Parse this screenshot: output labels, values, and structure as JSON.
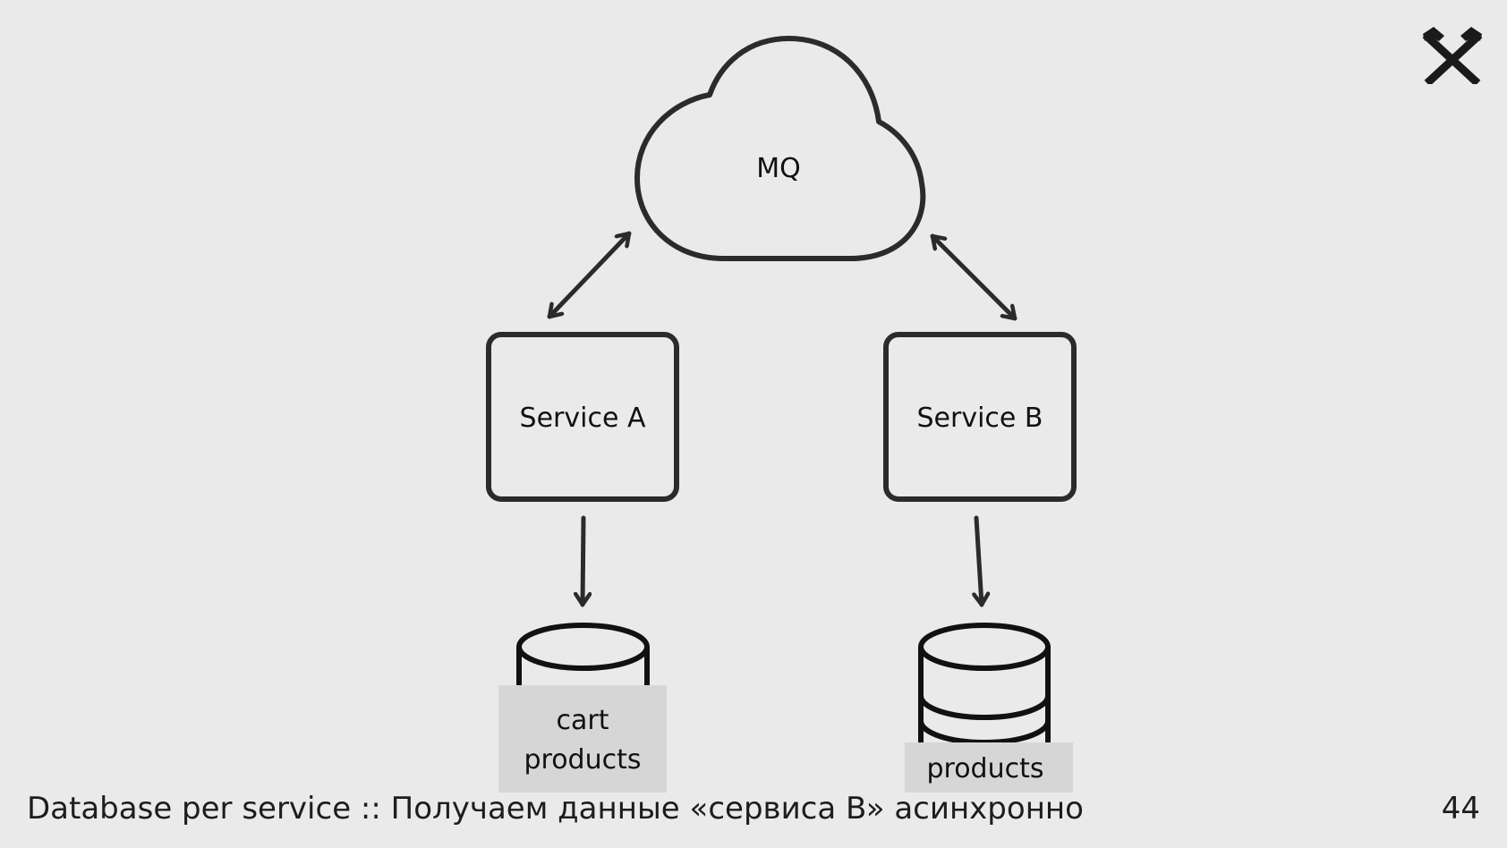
{
  "diagram": {
    "queue": {
      "label": "MQ"
    },
    "service_a": {
      "label": "Service A"
    },
    "service_b": {
      "label": "Service B"
    },
    "db_a": {
      "label_line1": "cart",
      "label_line2": "products"
    },
    "db_b": {
      "label": "products"
    }
  },
  "footer": {
    "caption": "Database per service :: Получаем данные «сервиса B» асинхронно",
    "page_number": "44"
  },
  "colors": {
    "background": "#e9eae9",
    "stroke": "#2b2b2b",
    "label_box": "#d6d6d6"
  },
  "icons": {
    "logo": "crossed-hammers-icon"
  }
}
